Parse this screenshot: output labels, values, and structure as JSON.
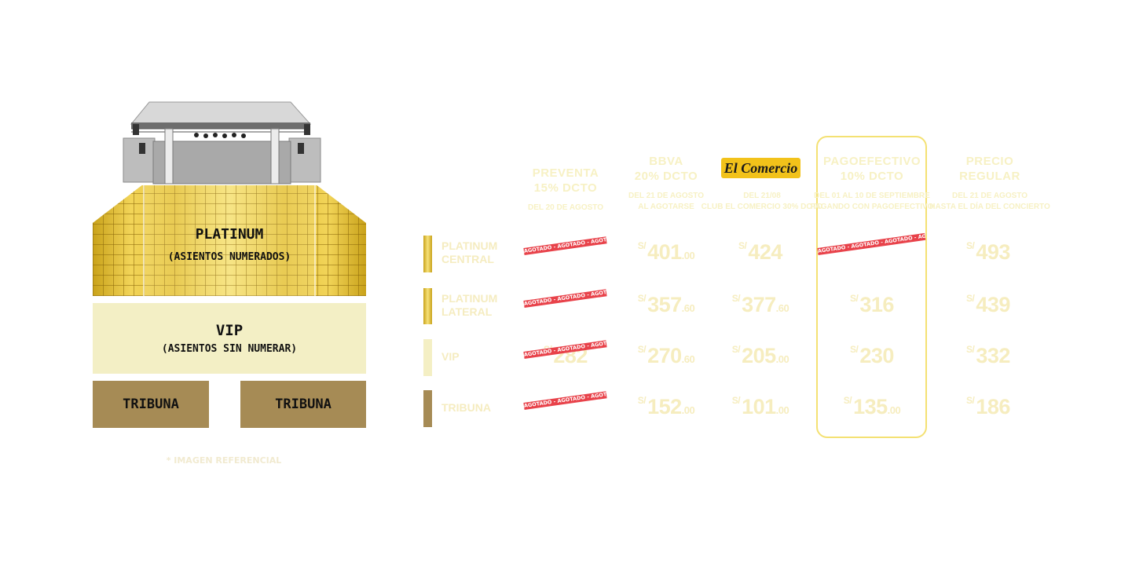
{
  "seat_map": {
    "platinum_title": "PLATINUM",
    "platinum_subtitle": "(ASIENTOS NUMERADOS)",
    "vip_title": "VIP",
    "vip_subtitle": "(ASIENTOS SIN NUMERAR)",
    "tribuna_left": "TRIBUNA",
    "tribuna_right": "TRIBUNA",
    "footnote": "* IMAGEN REFERENCIAL"
  },
  "columns": [
    {
      "title_line1": "PREVENTA",
      "title_line2": "15% DCTO",
      "sub_line1": "",
      "sub_line2": "DEL 20 DE AGOSTO"
    },
    {
      "title_line1": "BBVA",
      "title_line2": "20% DCTO",
      "sub_line1": "DEL 21 DE AGOSTO",
      "sub_line2": "AL AGOTARSE"
    },
    {
      "logo_text": "El Comercio",
      "sub_line1": "DEL 21/08",
      "sub_line2": "CLUB EL COMERCIO 30% DCTO"
    },
    {
      "title_line1": "PAGOEFECTIVO",
      "title_line2": "10% DCTO",
      "sub_line1": "DEL 01 AL 10 DE SEPTIEMBRE",
      "sub_line2": "PAGANDO CON PAGOEFECTIVO"
    },
    {
      "title_line1": "PRECIO",
      "title_line2": "REGULAR",
      "sub_line1": "DEL 21 DE AGOSTO",
      "sub_line2": "HASTA EL DÍA DEL CONCIERTO"
    }
  ],
  "rows": [
    {
      "label_line1": "PLATINUM",
      "label_line2": "CENTRAL",
      "swatch_color": "#e3c232",
      "prices": [
        {
          "currency": "S/",
          "whole": "",
          "cents": "",
          "soldout": true
        },
        {
          "currency": "S/",
          "whole": "401",
          "cents": ".00",
          "soldout": false
        },
        {
          "currency": "S/",
          "whole": "424",
          "cents": "",
          "soldout": false
        },
        {
          "currency": "S/",
          "whole": "",
          "cents": "",
          "soldout": true
        },
        {
          "currency": "S/",
          "whole": "493",
          "cents": "",
          "soldout": false
        }
      ]
    },
    {
      "label_line1": "PLATINUM",
      "label_line2": "LATERAL",
      "swatch_color": "#e3c232",
      "prices": [
        {
          "currency": "S/",
          "whole": "",
          "cents": "",
          "soldout": true
        },
        {
          "currency": "S/",
          "whole": "357",
          "cents": ".60",
          "soldout": false
        },
        {
          "currency": "S/",
          "whole": "377",
          "cents": ".60",
          "soldout": false
        },
        {
          "currency": "S/",
          "whole": "316",
          "cents": "",
          "soldout": false
        },
        {
          "currency": "S/",
          "whole": "439",
          "cents": "",
          "soldout": false
        }
      ]
    },
    {
      "label_line1": "VIP",
      "label_line2": "",
      "swatch_color": "#f4efc4",
      "prices": [
        {
          "currency": "S/",
          "whole": "282",
          "cents": "",
          "soldout": true
        },
        {
          "currency": "S/",
          "whole": "270",
          "cents": ".60",
          "soldout": false
        },
        {
          "currency": "S/",
          "whole": "205",
          "cents": ".00",
          "soldout": false
        },
        {
          "currency": "S/",
          "whole": "230",
          "cents": "",
          "soldout": false
        },
        {
          "currency": "S/",
          "whole": "332",
          "cents": "",
          "soldout": false
        }
      ]
    },
    {
      "label_line1": "TRIBUNA",
      "label_line2": "",
      "swatch_color": "#a68b55",
      "prices": [
        {
          "currency": "S/",
          "whole": "",
          "cents": "",
          "soldout": true
        },
        {
          "currency": "S/",
          "whole": "152",
          "cents": ".00",
          "soldout": false
        },
        {
          "currency": "S/",
          "whole": "101",
          "cents": ".00",
          "soldout": false
        },
        {
          "currency": "S/",
          "whole": "135",
          "cents": ".00",
          "soldout": false
        },
        {
          "currency": "S/",
          "whole": "186",
          "cents": "",
          "soldout": false
        }
      ]
    }
  ],
  "soldout_text": "AGOTADO - AGOTADO - AGOTADO - AGOTADO",
  "colors": {
    "gold": "#e3c232",
    "vip": "#f3efc5",
    "tribuna": "#a68b55",
    "soldout": "#e8424a",
    "logo_bg": "#f2c21a"
  }
}
